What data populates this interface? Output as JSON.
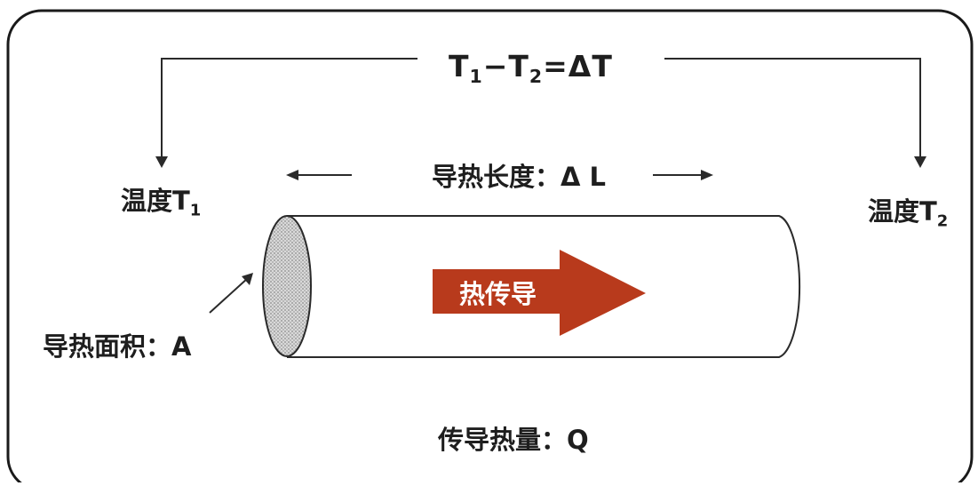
{
  "formula": {
    "t1": "T",
    "t1_sub": "1",
    "minus": "−",
    "t2": "T",
    "t2_sub": "2",
    "equals": "=ΔT"
  },
  "temp_left": {
    "text": "温度T",
    "sub": "1"
  },
  "temp_right": {
    "text": "温度T",
    "sub": "2"
  },
  "length_label": "导热长度：Δ L",
  "area_label": "导热面积：A",
  "flow_label": "热传导",
  "heat_label": "传导热量：Q",
  "colors": {
    "arrow_fill": "#b83a1c",
    "cross_section": "#c8c8c8",
    "line": "#2a2a2a",
    "text": "#1e1e1e"
  }
}
